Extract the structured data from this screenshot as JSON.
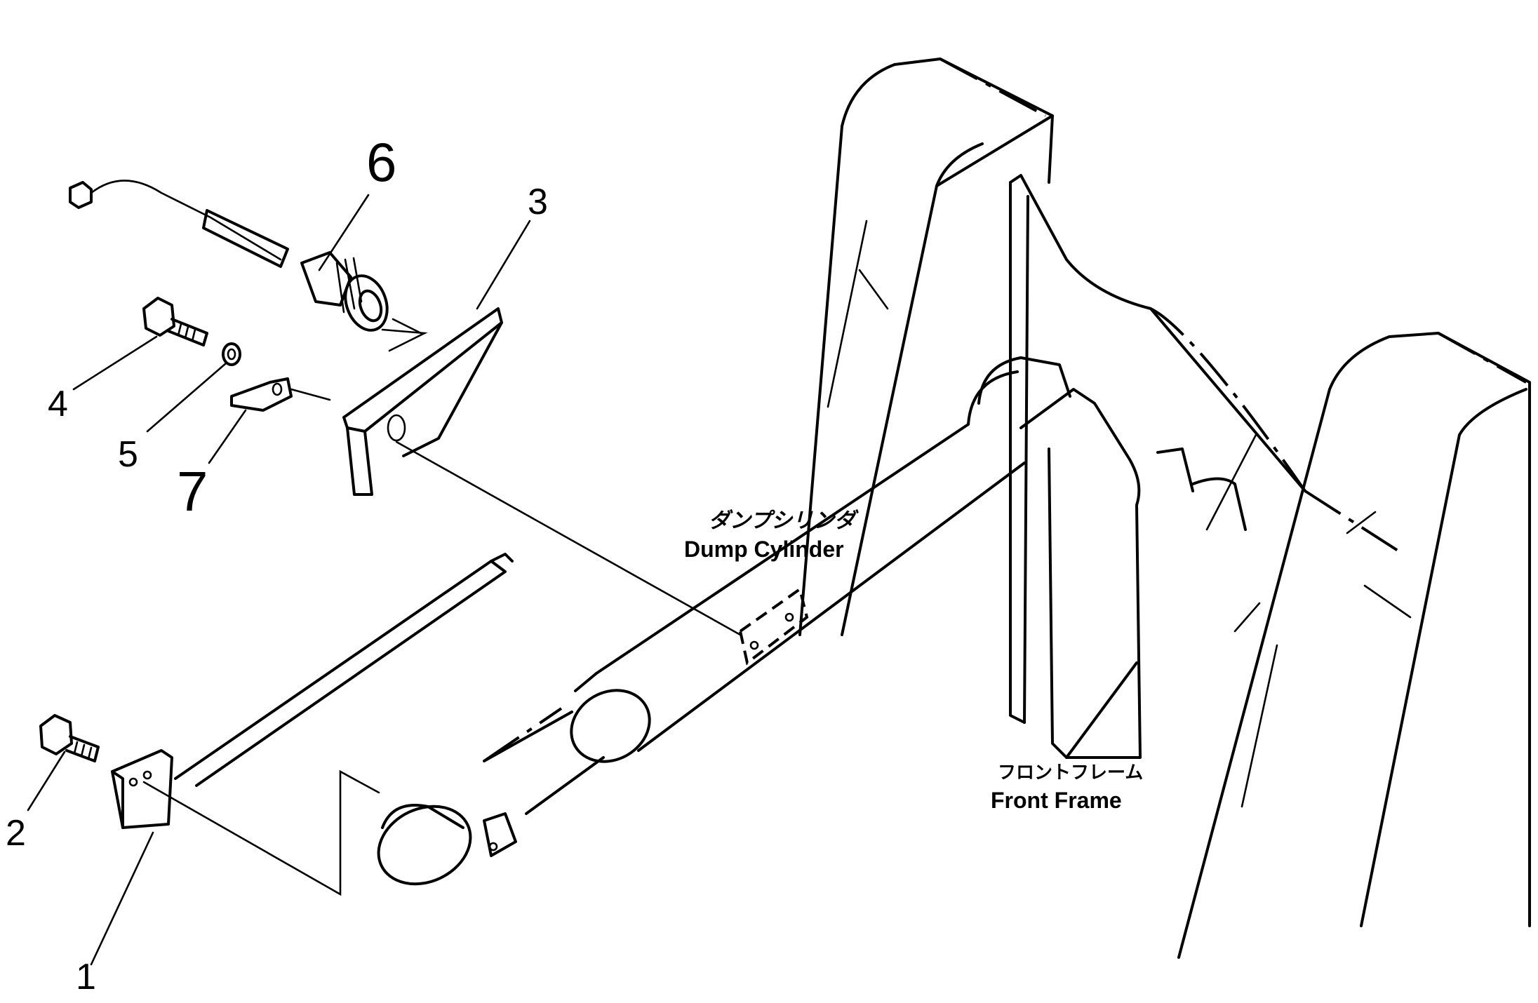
{
  "diagram": {
    "callouts": [
      "1",
      "2",
      "3",
      "4",
      "5",
      "6",
      "7"
    ],
    "labels": {
      "dump_cylinder_jp": "ダンプシリンダ",
      "dump_cylinder_en": "Dump Cylinder",
      "front_frame_jp": "フロントフレーム",
      "front_frame_en": "Front Frame"
    }
  }
}
